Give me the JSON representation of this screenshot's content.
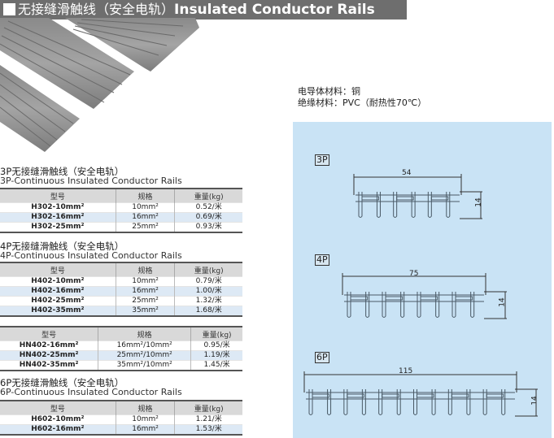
{
  "header": {
    "title_cn": "无接缝滑触线（安全电轨）",
    "title_en": "Insulated Conductor Rails"
  },
  "materials": {
    "conductor": "电导体材料：铜",
    "insulation": "绝缘材料：PVC（耐热性70℃）"
  },
  "columns": [
    "型号",
    "规格",
    "重量(kg)"
  ],
  "sections": [
    {
      "title_cn": "3P无接缝滑触线（安全电轨）",
      "title_en": "3P-Continuous Insulated Conductor Rails",
      "rows": [
        [
          "H302-10mm²",
          "10mm²",
          "0.52/米"
        ],
        [
          "H302-16mm²",
          "16mm²",
          "0.69/米"
        ],
        [
          "H302-25mm²",
          "25mm²",
          "0.93/米"
        ]
      ]
    },
    {
      "title_cn": "4P无接缝滑触线（安全电轨）",
      "title_en": "4P-Continuous Insulated Conductor Rails",
      "rows": [
        [
          "H402-10mm²",
          "10mm²",
          "0.79/米"
        ],
        [
          "H402-16mm²",
          "16mm²",
          "1.00/米"
        ],
        [
          "H402-25mm²",
          "25mm²",
          "1.32/米"
        ],
        [
          "H402-35mm²",
          "35mm²",
          "1.68/米"
        ]
      ]
    },
    {
      "title_cn": "",
      "title_en": "",
      "rows": [
        [
          "HN402-16mm²",
          "16mm²/10mm²",
          "0.95/米"
        ],
        [
          "HN402-25mm²",
          "25mm²/10mm²",
          "1.19/米"
        ],
        [
          "HN402-35mm²",
          "35mm²/10mm²",
          "1.45/米"
        ]
      ]
    },
    {
      "title_cn": "6P无接缝滑触线（安全电轨）",
      "title_en": "6P-Continuous Insulated Conductor Rails",
      "rows": [
        [
          "H602-10mm²",
          "10mm²",
          "1.21/米"
        ],
        [
          "H602-16mm²",
          "16mm²",
          "1.53/米"
        ]
      ]
    }
  ],
  "diagrams": [
    {
      "label": "3P",
      "width": "54",
      "height": "14",
      "poles": 3
    },
    {
      "label": "4P",
      "width": "75",
      "height": "14",
      "poles": 4
    },
    {
      "label": "6P",
      "width": "115",
      "height": "14",
      "poles": 6
    }
  ],
  "colors": {
    "title_bar": "#6e6e6e",
    "diagram_bg": "#c9e3f5",
    "row_highlight": "#dde9f5",
    "header_bg": "#d9d9d9"
  }
}
